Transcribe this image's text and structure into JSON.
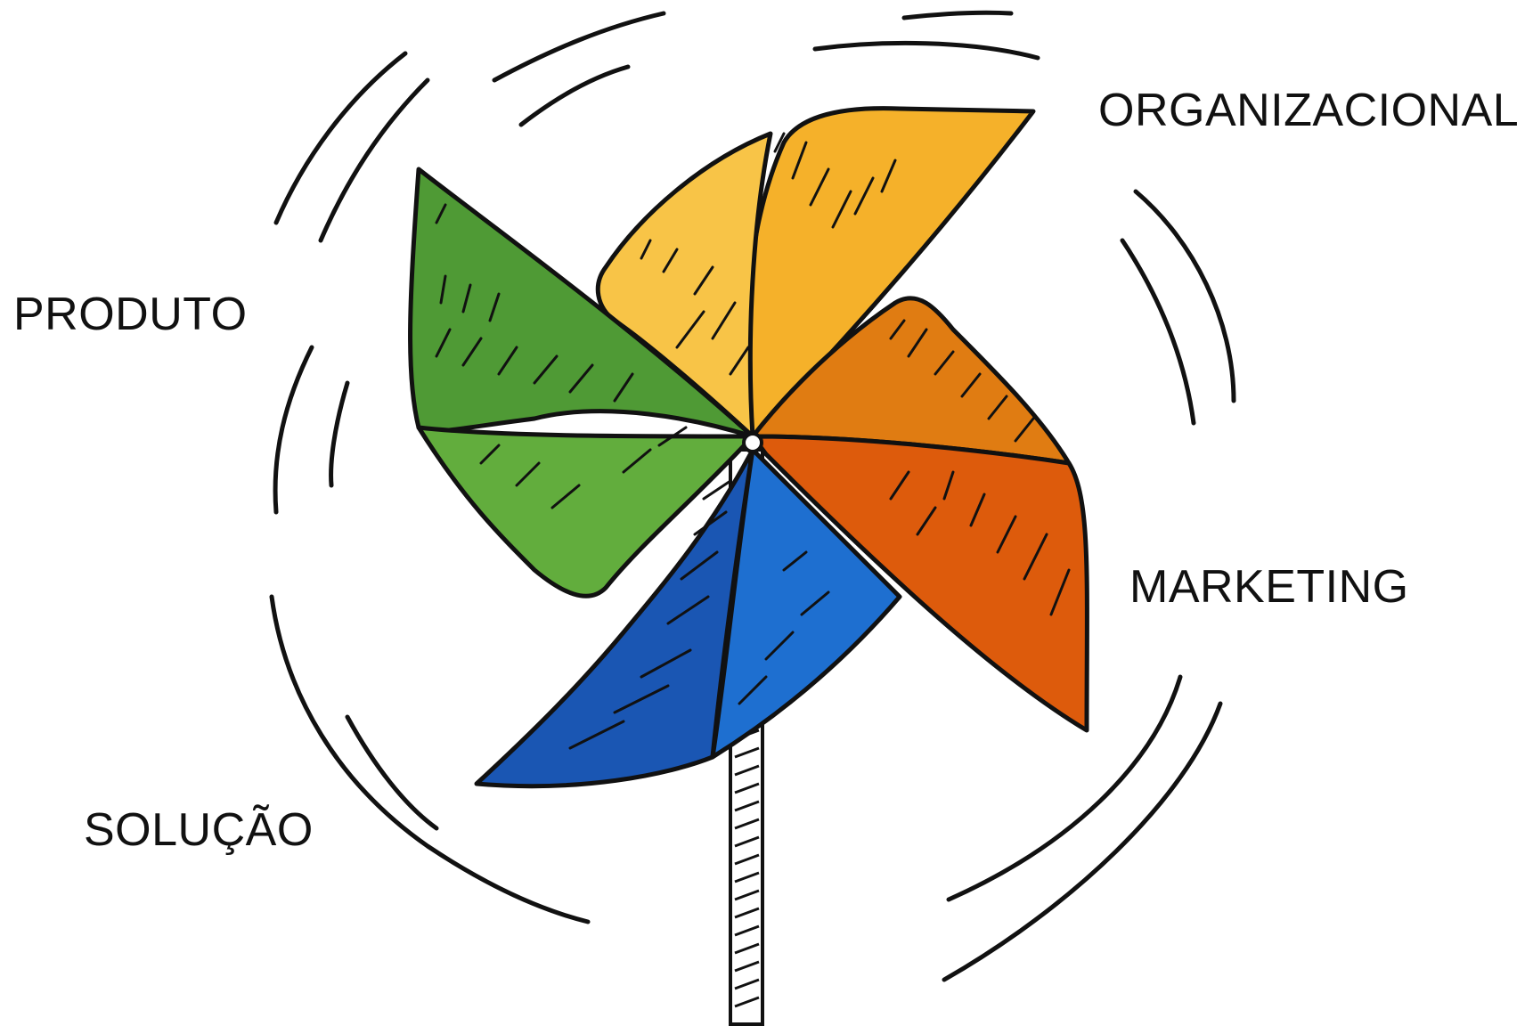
{
  "diagram": {
    "labels": {
      "organizacional": "ORGANIZACIONAL",
      "produto": "PRODUTO",
      "marketing": "MARKETING",
      "solucao": "SOLUÇÃO"
    },
    "colors": {
      "organizacional_blade": "#f5b12a",
      "organizacional_blade_light": "#f8c447",
      "produto_blade": "#4f9a35",
      "produto_blade_light": "#62ad3d",
      "marketing_blade": "#dd6410",
      "marketing_blade_light": "#e07c12",
      "solucao_blade": "#1a56b3",
      "solucao_blade_light": "#1e6fd0",
      "outline": "#111111",
      "background": "#ffffff"
    }
  }
}
